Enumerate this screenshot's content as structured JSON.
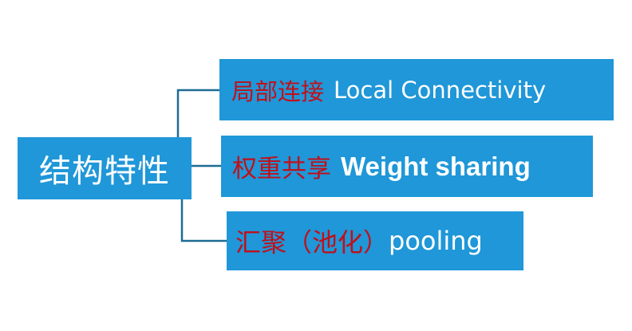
{
  "root": {
    "label": "结构特性"
  },
  "children": [
    {
      "cn": "局部连接",
      "en": "Local Connectivity"
    },
    {
      "cn": "权重共享",
      "en": "Weight sharing"
    },
    {
      "cn": "汇聚（池化）",
      "en": "pooling"
    }
  ],
  "colors": {
    "box_fill": "#1f97d8",
    "connector": "#1f6b94",
    "cn_text": "#c0101a",
    "en_text": "#ffffff"
  }
}
